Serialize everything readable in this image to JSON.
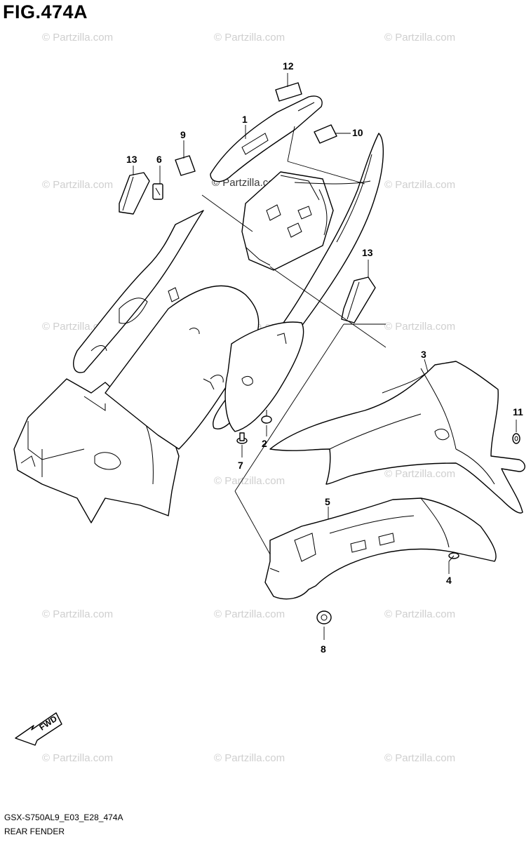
{
  "figure": {
    "title": "FIG.474A",
    "code": "GSX-S750AL9_E03_E28_474A",
    "name": "REAR FENDER"
  },
  "watermark": {
    "text": "© Partzilla.com",
    "center_text": "© Partzilla.com"
  },
  "callouts": [
    "1",
    "2",
    "3",
    "4",
    "5",
    "6",
    "7",
    "8",
    "9",
    "10",
    "11",
    "12",
    "13",
    "13"
  ],
  "fwd_label": "FWD",
  "colors": {
    "line": "#000000",
    "watermark": "#cfcfcf",
    "background": "#ffffff"
  },
  "icons": {
    "direction_arrow": "fwd-arrow-icon"
  }
}
